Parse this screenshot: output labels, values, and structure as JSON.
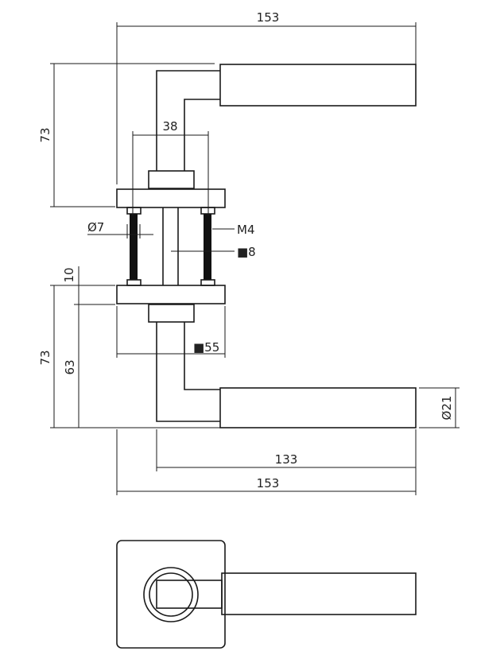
{
  "drawing": {
    "title": "Door lever handle on square rose - technical drawing",
    "dimensions": {
      "overall_width_top": "153",
      "height_top": "73",
      "screw_spacing": "38",
      "rose_hole_diameter": "Ø7",
      "screw_thread": "M4",
      "spindle_square": "■8",
      "rose_thickness": "10",
      "height_bottom": "73",
      "height_to_rose": "63",
      "rose_square": "■55",
      "lever_diameter": "Ø21",
      "lever_length": "133",
      "overall_width_bottom": "153"
    },
    "colors": {
      "line": "#1a1a1a",
      "background": "#ffffff"
    }
  }
}
